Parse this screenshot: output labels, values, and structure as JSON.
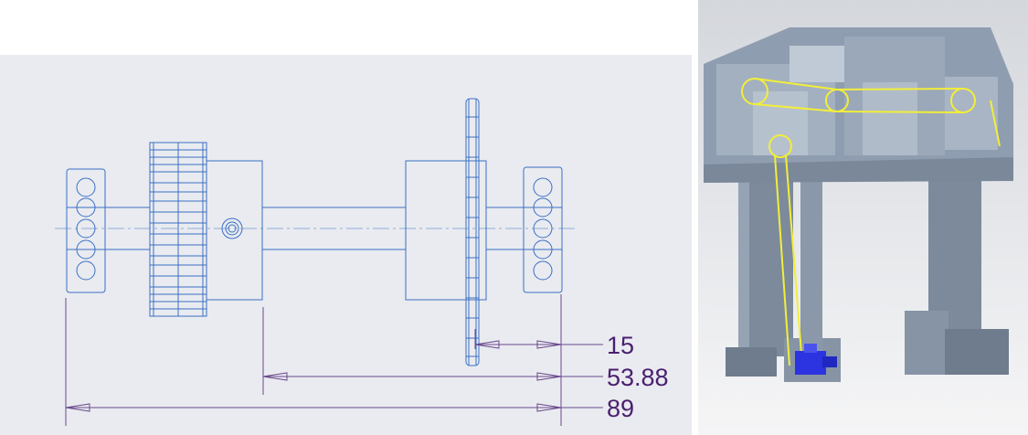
{
  "drawing": {
    "background": "#e9ebf0",
    "line_color": "#3a6fc4",
    "dimension_color": "#4a1f6e",
    "dimensions": [
      "15",
      "53.88",
      "89"
    ]
  },
  "render": {
    "body_color": "#8f9db0",
    "belt_color": "#f2ee3a",
    "motor_color": "#2b34e0"
  }
}
